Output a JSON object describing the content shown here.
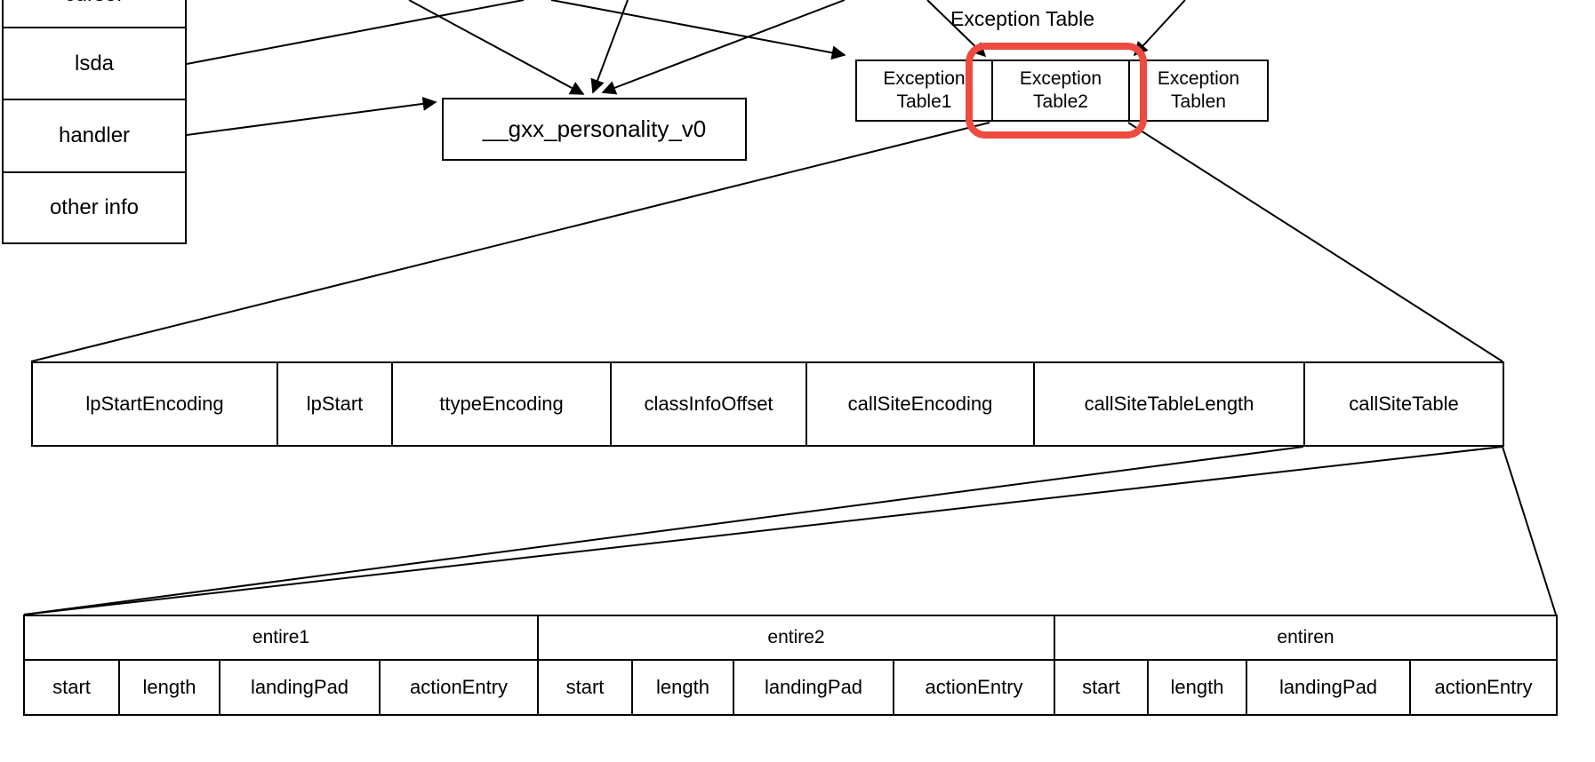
{
  "diagram": {
    "left_table": {
      "rows": [
        "cursor",
        "lsda",
        "handler",
        "other info"
      ]
    },
    "personality_box": {
      "label": "__gxx_personality_v0"
    },
    "exception_table": {
      "title": "Exception Table",
      "highlight_color": "#ee4b40",
      "cells": [
        {
          "line1": "Exception",
          "line2": "Table1"
        },
        {
          "line1": "Exception",
          "line2": "Table2"
        },
        {
          "line1": "Exception",
          "line2": "Tablen"
        }
      ]
    },
    "lsda_table": {
      "cells": [
        "lpStartEncoding",
        "lpStart",
        "ttypeEncoding",
        "classInfoOffset",
        "callSiteEncoding",
        "callSiteTableLength",
        "callSiteTable"
      ]
    },
    "call_site_table": {
      "groups": [
        "entire1",
        "entire2",
        "entiren"
      ],
      "fields": [
        "start",
        "length",
        "landingPad",
        "actionEntry"
      ]
    }
  }
}
